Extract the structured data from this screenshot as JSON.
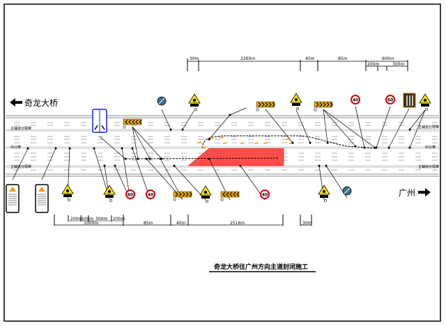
{
  "directions": {
    "left": "奇龙大桥",
    "right": "广州"
  },
  "road_labels": {
    "top_divider": "主辅道分隔带",
    "median": "中分带",
    "bottom_divider": "主辅道分隔带",
    "top_divider_right": "主辅道分隔带",
    "median_right": "中分带",
    "bottom_divider_right": "主辅道分隔带"
  },
  "top_dimensions": [
    "30m",
    "2260m",
    "40m",
    "85m",
    "600m",
    "200m",
    "300m"
  ],
  "bottom_dimensions": [
    "200m",
    "100m",
    "300m",
    "200m",
    "1000m",
    "85m",
    "40m",
    "2516m",
    "30m"
  ],
  "speed_signs": {
    "top": [
      "40",
      "60"
    ],
    "bottom": [
      "60",
      "40",
      "40"
    ]
  },
  "title": "奇龙大桥往广州方向主道封闭施工",
  "colors": {
    "closure": "#ff4d4d",
    "warning": "#ffe600",
    "speed_ring": "#d40000",
    "board_blue": "#1a1aff",
    "cone": "#ff9900"
  }
}
